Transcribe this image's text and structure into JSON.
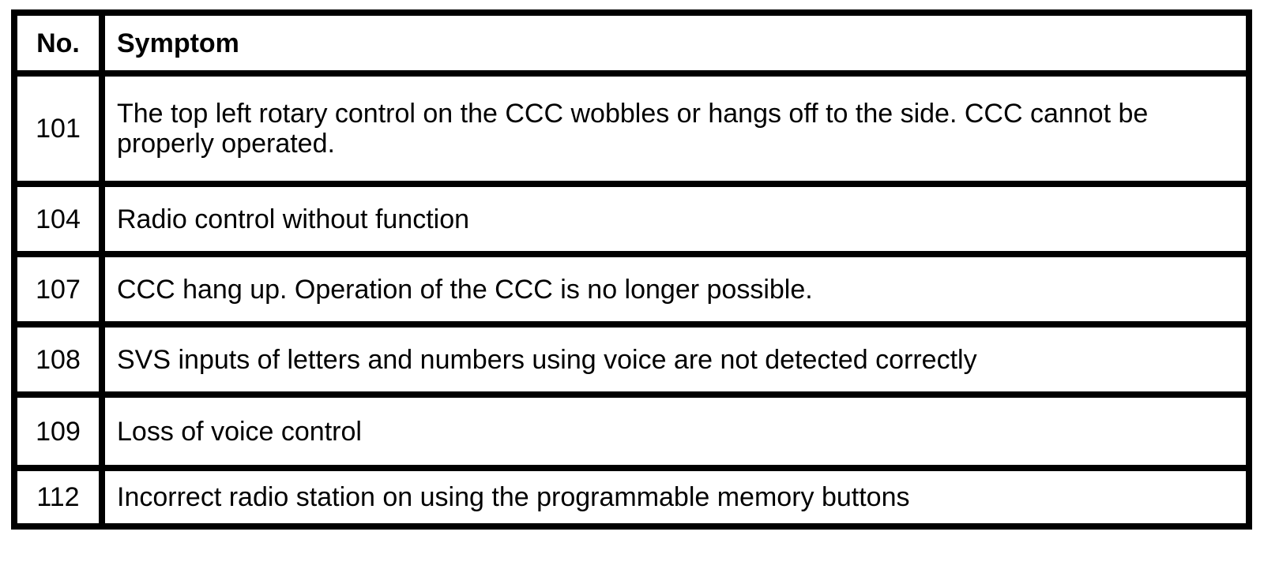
{
  "table": {
    "columns": {
      "no": "No.",
      "symptom": "Symptom"
    },
    "rows": [
      {
        "no": "101",
        "symptom": "The top left rotary control on the CCC wobbles or hangs off to the side. CCC cannot be properly operated."
      },
      {
        "no": "104",
        "symptom": "Radio control without function"
      },
      {
        "no": "107",
        "symptom": "CCC hang up. Operation of the CCC is no longer possible."
      },
      {
        "no": "108",
        "symptom": "SVS inputs of letters and numbers using voice are not detected correctly"
      },
      {
        "no": "109",
        "symptom": "Loss of voice control"
      },
      {
        "no": "112",
        "symptom": "Incorrect radio station on using the programmable memory buttons"
      }
    ],
    "colors": {
      "border": "#000000",
      "background": "#ffffff",
      "text": "#000000"
    }
  }
}
